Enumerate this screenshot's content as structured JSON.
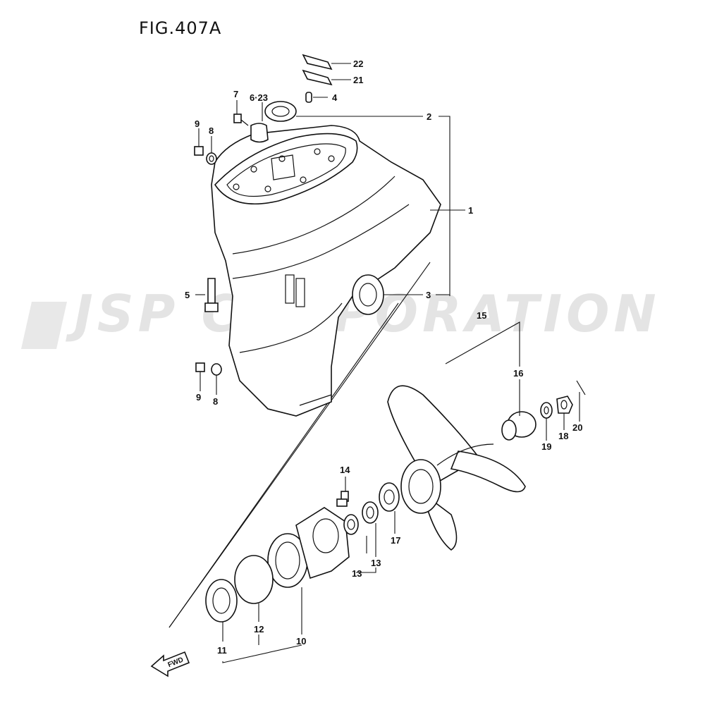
{
  "figure": {
    "title": "FIG.407A"
  },
  "watermark": {
    "text": "JSP CORPORATION"
  },
  "direction_arrow": {
    "label": "FWD"
  },
  "callouts": [
    "22",
    "21",
    "7",
    "6·23",
    "4",
    "2",
    "9",
    "8",
    "1",
    "5",
    "3",
    "15",
    "16",
    "20",
    "9",
    "8",
    "19",
    "18",
    "14",
    "17",
    "13",
    "13",
    "11",
    "12",
    "10"
  ]
}
